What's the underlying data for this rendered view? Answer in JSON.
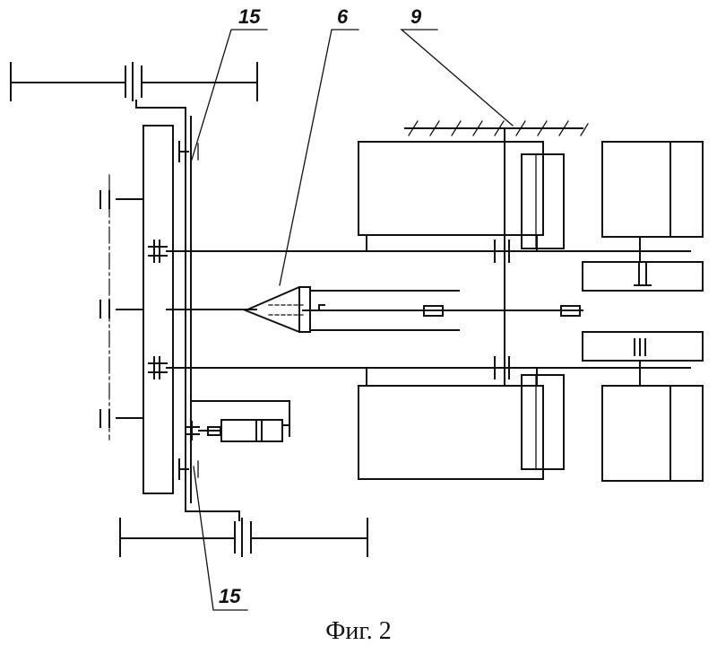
{
  "labels": {
    "top_15": "15",
    "six": "6",
    "nine": "9",
    "bottom_15": "15"
  },
  "caption": "Фиг. 2"
}
